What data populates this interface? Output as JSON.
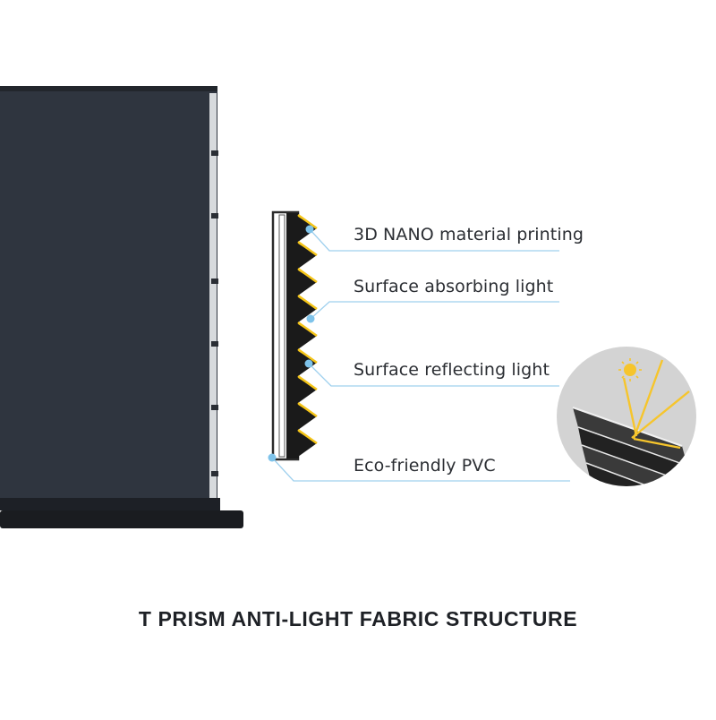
{
  "diagram": {
    "caption": "T PRISM ANTI-LIGHT FABRIC STRUCTURE",
    "layers": [
      {
        "label": "3D NANO material printing"
      },
      {
        "label": "Surface absorbing light"
      },
      {
        "label": "Surface reflecting light"
      },
      {
        "label": "Eco-friendly PVC"
      }
    ]
  },
  "colors": {
    "screen": "#2f353f",
    "screen_base": "#1d2026",
    "prism_yellow": "#f5c518",
    "prism_black": "#1a1a1a",
    "leader_line": "#9fd0ee",
    "leader_dot": "#7ec3ea",
    "inset_bg": "#d3d3d3",
    "sun": "#f6c52c"
  },
  "icons": {
    "sun": "sun-icon",
    "prism_inset": "prism-closeup-illustration"
  }
}
